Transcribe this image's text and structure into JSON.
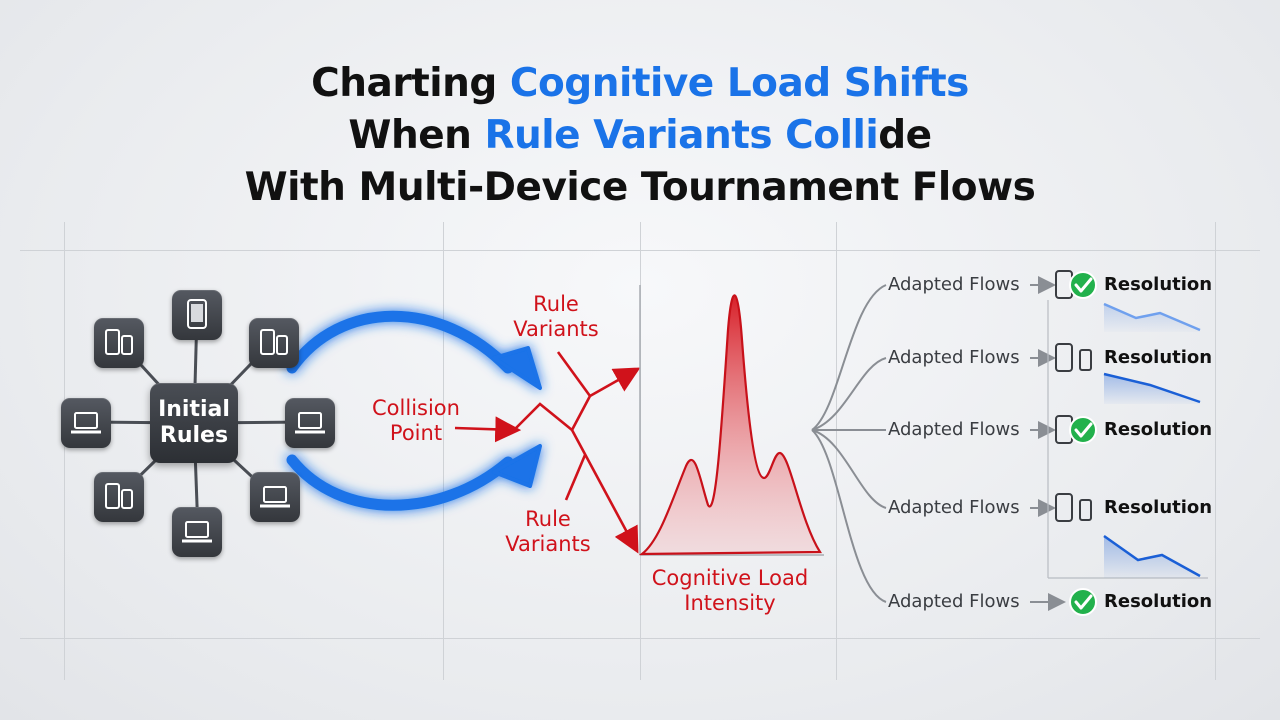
{
  "title": {
    "line1_prefix": "Charting ",
    "line1_highlight": "Cognitive Load Shifts",
    "line2_prefix": "When ",
    "line2_highlight": "Rule Variants Colli",
    "line2_suffix": "de",
    "line3": "With Multi-Device Tournament Flows"
  },
  "hub": {
    "line1": "Initial",
    "line2": "Rules"
  },
  "labels": {
    "collision_line1": "Collision",
    "collision_line2": "Point",
    "variants_top_line1": "Rule",
    "variants_top_line2": "Variants",
    "variants_bottom_line1": "Rule",
    "variants_bottom_line2": "Variants",
    "intensity_line1": "Cognitive Load",
    "intensity_line2": "Intensity"
  },
  "flows": [
    {
      "label": "Adapted Flows",
      "result": "Resolution",
      "devices": "phone",
      "check": true
    },
    {
      "label": "Adapted Flows",
      "result": "Resolution",
      "devices": "phone-pair",
      "check": false
    },
    {
      "label": "Adapted Flows",
      "result": "Resolution",
      "devices": "phone",
      "check": true
    },
    {
      "label": "Adapted Flows",
      "result": "Resolution",
      "devices": "phone-pair",
      "check": false
    },
    {
      "label": "Adapted Flows",
      "result": "Resolution",
      "devices": "none",
      "check": true
    }
  ],
  "colors": {
    "accent_blue": "#1a73e8",
    "collision_red": "#d0121b",
    "check_green": "#22b14c",
    "node_dark": "#3a3d42"
  }
}
